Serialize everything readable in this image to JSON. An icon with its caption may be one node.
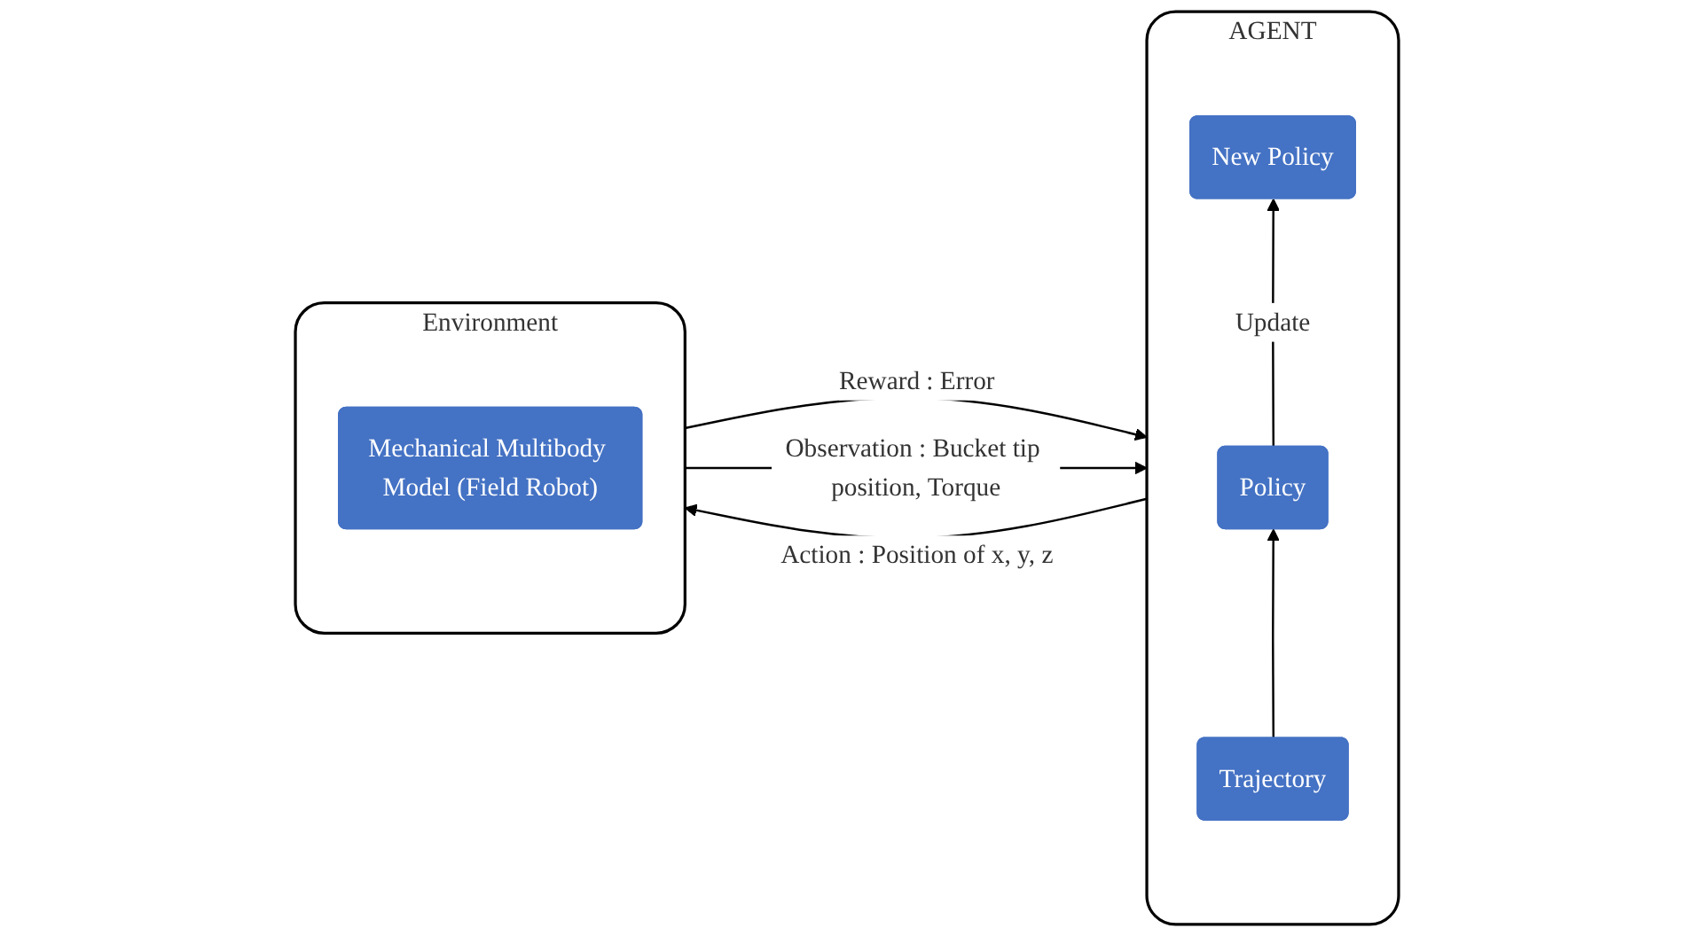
{
  "diagram": {
    "nodes": [
      {
        "text": [
          "AGENT"
        ]
      },
      {
        "text": [
          "New Policy"
        ],
        "in": 0
      },
      {
        "text": [
          "Policy"
        ],
        "in": 0
      },
      {
        "text": [
          "Trajectory"
        ],
        "in": 0
      },
      {
        "text": [
          "Environment"
        ]
      },
      {
        "text": [
          "Mechanical Multibody Model (Field Robot)"
        ],
        "in": 4
      }
    ],
    "edges": [
      {
        "from": 0,
        "to": 4,
        "arrow": "to",
        "label": "Action : Position of x, y, z"
      },
      {
        "from": 4,
        "to": 0,
        "arrow": "to",
        "label": "Reward : Error"
      },
      {
        "from": 4,
        "to": 0,
        "arrow": "to",
        "label": "Observation : Bucket tip position, Torque"
      },
      {
        "from": 2,
        "to": 1,
        "arrow": "to",
        "label": "Update"
      },
      {
        "from": 3,
        "to": 2,
        "arrow": "to"
      }
    ]
  }
}
